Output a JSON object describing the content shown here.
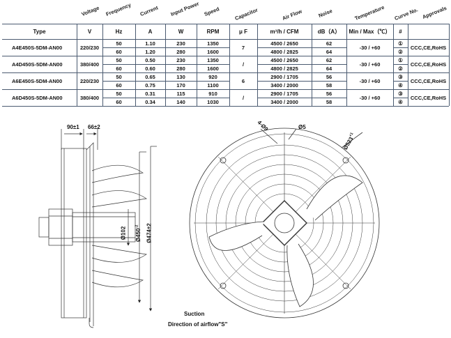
{
  "table": {
    "rotated_headers": [
      "Voltage",
      "Frequency",
      "Current",
      "Input Power",
      "Speed",
      "Capacitor",
      "Air Flow",
      "Noise",
      "Temperature",
      "Curve No.",
      "Approvals"
    ],
    "column_headers": [
      "Type",
      "V",
      "Hz",
      "A",
      "W",
      "RPM",
      "μ F",
      "m³/h  /  CFM",
      "dB（A）",
      "Min / Max（℃）",
      "#"
    ],
    "rows": [
      {
        "type": "A4E450S-5DM-AN00",
        "voltage": "220/230",
        "capacitor": "7",
        "temp": "-30 / +60",
        "approvals": "CCC,CE,RoHS",
        "lines": [
          {
            "hz": "50",
            "a": "1.10",
            "w": "230",
            "rpm": "1350",
            "flow": "4500   /   2650",
            "db": "62",
            "curve": "①"
          },
          {
            "hz": "60",
            "a": "1.20",
            "w": "280",
            "rpm": "1600",
            "flow": "4800   /   2825",
            "db": "64",
            "curve": "②"
          }
        ]
      },
      {
        "type": "A4D450S-5DM-AN00",
        "voltage": "380/400",
        "capacitor": "/",
        "temp": "-30 / +60",
        "approvals": "CCC,CE,RoHS",
        "lines": [
          {
            "hz": "50",
            "a": "0.50",
            "w": "230",
            "rpm": "1350",
            "flow": "4500   /   2650",
            "db": "62",
            "curve": "①"
          },
          {
            "hz": "60",
            "a": "0.60",
            "w": "280",
            "rpm": "1600",
            "flow": "4800   /   2825",
            "db": "64",
            "curve": "②"
          }
        ]
      },
      {
        "type": "A6E450S-5DM-AN00",
        "voltage": "220/230",
        "capacitor": "6",
        "temp": "-30 / +60",
        "approvals": "CCC,CE,RoHS",
        "lines": [
          {
            "hz": "50",
            "a": "0.65",
            "w": "130",
            "rpm": "920",
            "flow": "2900   /   1705",
            "db": "56",
            "curve": "③"
          },
          {
            "hz": "60",
            "a": "0.75",
            "w": "170",
            "rpm": "1100",
            "flow": "3400   /   2000",
            "db": "58",
            "curve": "④"
          }
        ]
      },
      {
        "type": "A6D450S-5DM-AN00",
        "voltage": "380/400",
        "capacitor": "/",
        "temp": "-30 / +60",
        "approvals": "CCC,CE,RoHS",
        "lines": [
          {
            "hz": "50",
            "a": "0.31",
            "w": "115",
            "rpm": "910",
            "flow": "2900   /   1705",
            "db": "56",
            "curve": "③"
          },
          {
            "hz": "60",
            "a": "0.34",
            "w": "140",
            "rpm": "1030",
            "flow": "3400   /   2000",
            "db": "58",
            "curve": "④"
          }
        ]
      }
    ]
  },
  "drawing": {
    "dim_depth": "90±1",
    "dim_mount": "66±2",
    "dim_hub": "Ø102",
    "dim_inner": "Ø450",
    "dim_inner_tol": "-2",
    "dim_outer": "Ø474±2",
    "dim_holes": "4-Ø9",
    "dim_small": "Ø5",
    "dim_pcd": "Ø523",
    "dim_pcd_tol": "+1",
    "label_suction": "Suction",
    "label_direction": "Direction of airflow\"S\""
  },
  "colors": {
    "line": "#4a5a70",
    "ink": "#111111",
    "drawing": "#333333"
  }
}
